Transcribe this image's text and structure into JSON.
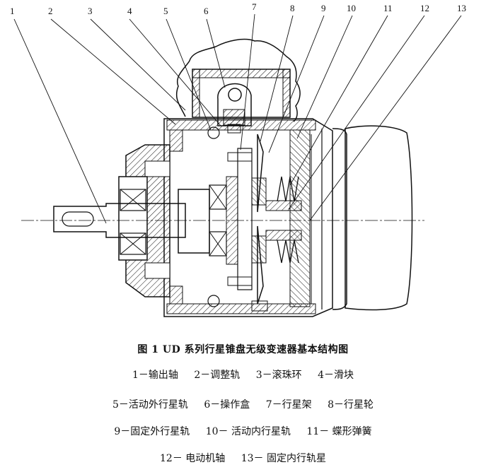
{
  "figure": {
    "caption": "图 1  UD 系列行星锥盘无级变速器基本结构图",
    "callout_numbers": [
      "1",
      "2",
      "3",
      "4",
      "5",
      "6",
      "7",
      "8",
      "9",
      "10",
      "11",
      "12",
      "13"
    ]
  },
  "legend": {
    "rows": [
      [
        "1－输出轴",
        "2－调整轨",
        "3－滚珠环",
        "4－滑块"
      ],
      [
        "5－活动外行星轨",
        "6－操作盒",
        "7－行星架",
        "8－行星轮"
      ],
      [
        "9－固定外行星轨",
        "10－ 活动内行星轨",
        "11－ 蝶形弹簧"
      ],
      [
        "12－ 电动机轴",
        "13－ 固定内行轨星"
      ]
    ]
  }
}
